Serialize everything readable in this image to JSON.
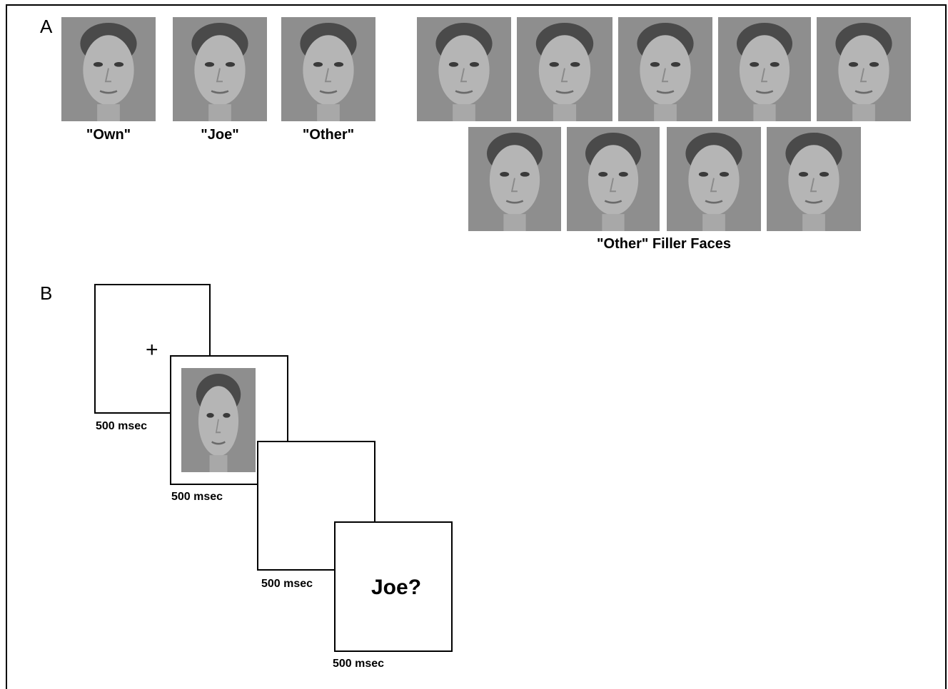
{
  "panel_a": {
    "letter": "A",
    "target_labels": [
      "\"Own\"",
      "\"Joe\"",
      "\"Other\""
    ],
    "filler_label": "\"Other\" Filler Faces",
    "face_background_color": "#8e8e8e"
  },
  "panel_b": {
    "letter": "B",
    "fixation_symbol": "+",
    "question_text": "Joe?",
    "timings": [
      "500 msec",
      "500 msec",
      "500 msec",
      "500 msec"
    ]
  }
}
